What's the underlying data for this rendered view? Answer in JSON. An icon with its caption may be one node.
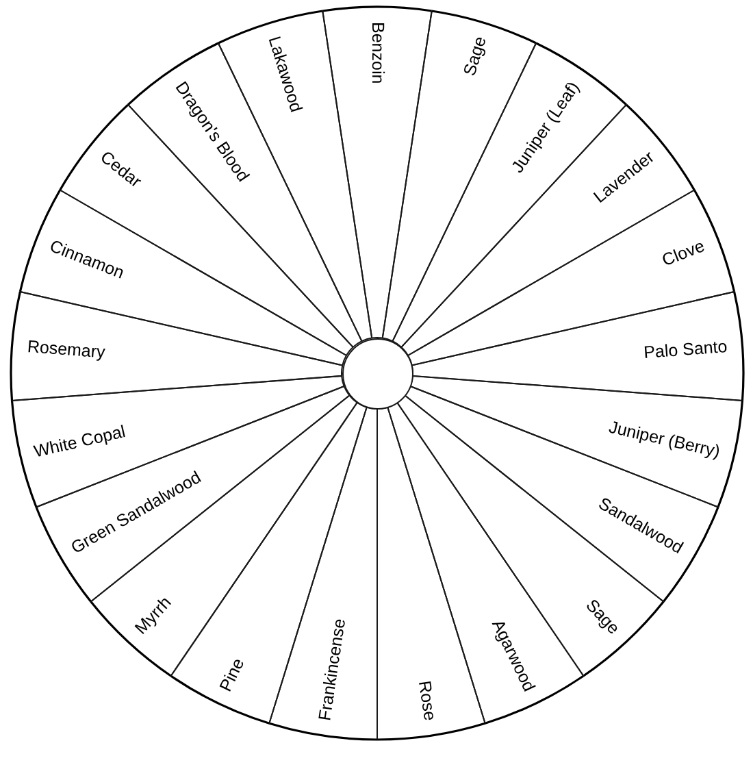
{
  "diagram": {
    "nodes": [
      {
        "text": [
          "Benzoin"
        ]
      },
      {
        "text": [
          "Sage"
        ]
      },
      {
        "text": [
          "Juniper (Leaf)"
        ]
      },
      {
        "text": [
          "Lavender"
        ]
      },
      {
        "text": [
          "Clove"
        ]
      },
      {
        "text": [
          "Palo Santo"
        ]
      },
      {
        "text": [
          "Juniper (Berry)"
        ]
      },
      {
        "text": [
          "Sandalwood"
        ]
      },
      {
        "text": [
          "Sage"
        ]
      },
      {
        "text": [
          "Agarwood"
        ]
      },
      {
        "text": [
          "Rose"
        ]
      },
      {
        "text": [
          "Frankincense"
        ]
      },
      {
        "text": [
          "Pine"
        ]
      },
      {
        "text": [
          "Myrrh"
        ]
      },
      {
        "text": [
          "Green Sandalwood"
        ]
      },
      {
        "text": [
          "White Copal"
        ]
      },
      {
        "text": [
          "Rosemary"
        ]
      },
      {
        "text": [
          "Cinnamon"
        ]
      },
      {
        "text": [
          "Cedar"
        ]
      },
      {
        "text": [
          "Dragon's Blood"
        ]
      },
      {
        "text": [
          "Lakawood"
        ]
      },
      {
        "text": [],
        "shape": "circle"
      }
    ]
  }
}
